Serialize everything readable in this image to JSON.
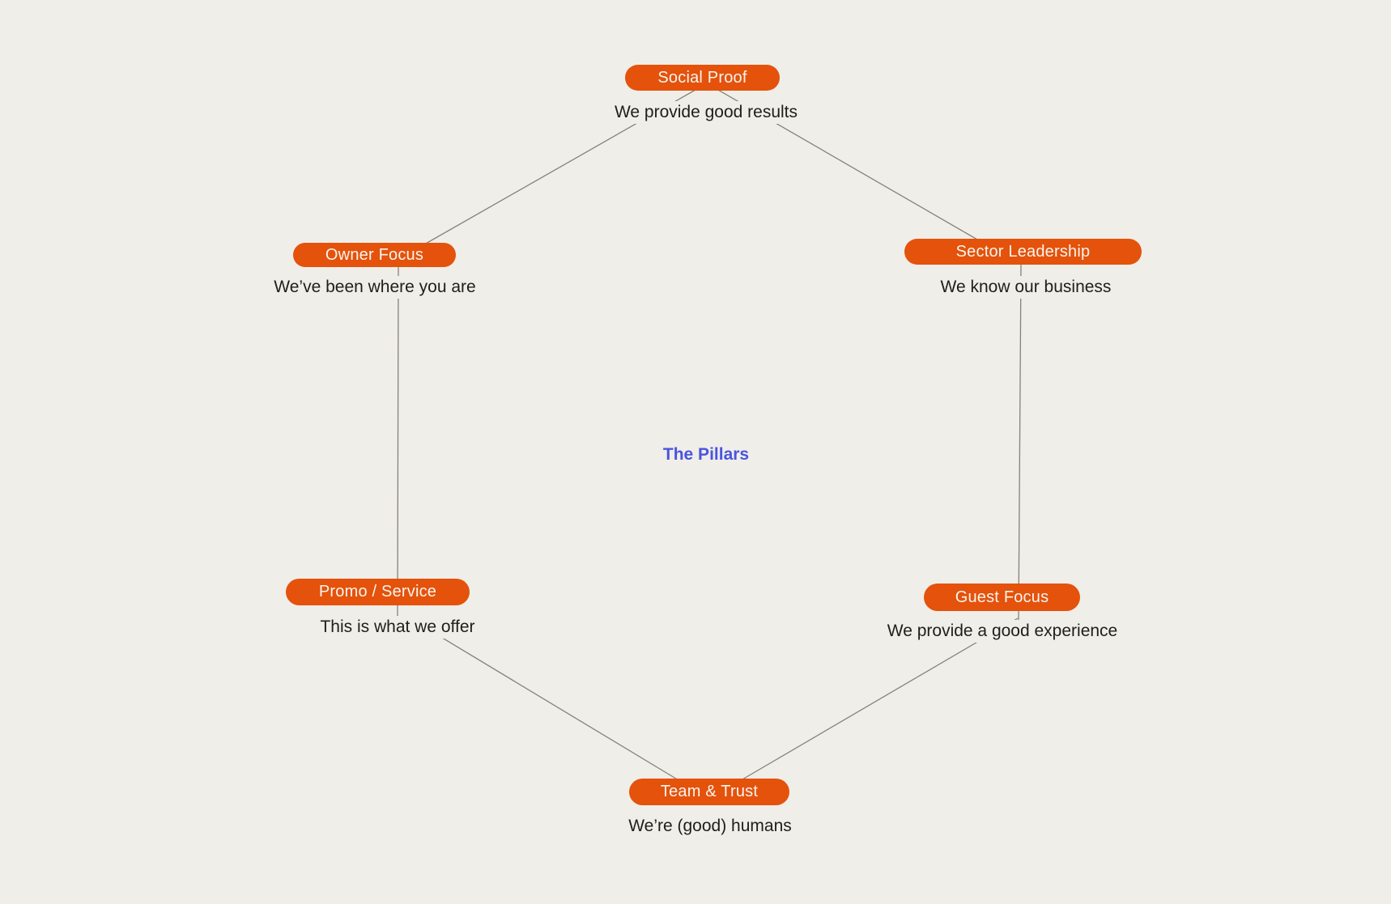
{
  "canvas": {
    "center_title": "The Pillars"
  },
  "nodes": {
    "social": {
      "label": "Social Proof",
      "caption": "We provide good results"
    },
    "owner": {
      "label": "Owner Focus",
      "caption": "We’ve been where you are"
    },
    "sector": {
      "label": "Sector Leadership",
      "caption": "We know our business"
    },
    "promo": {
      "label": "Promo / Service",
      "caption": "This is what we offer"
    },
    "guest": {
      "label": "Guest Focus",
      "caption": "We provide a good experience"
    },
    "team": {
      "label": "Team & Trust",
      "caption": "We’re (good) humans"
    }
  },
  "edges": [
    {
      "from": "social-proof",
      "to": "owner-focus"
    },
    {
      "from": "social-proof",
      "to": "sector-leadership"
    },
    {
      "from": "owner-focus",
      "to": "promo-service"
    },
    {
      "from": "sector-leadership",
      "to": "guest-focus"
    },
    {
      "from": "promo-service",
      "to": "team-trust"
    },
    {
      "from": "guest-focus",
      "to": "team-trust"
    }
  ],
  "colors": {
    "canvas_bg": "#F0EEE8",
    "pill_fill": "#E4520B",
    "pill_text": "#F8F4EE",
    "caption_text": "#1E1E1C",
    "line": "#84827B",
    "title": "#4A54DF"
  }
}
